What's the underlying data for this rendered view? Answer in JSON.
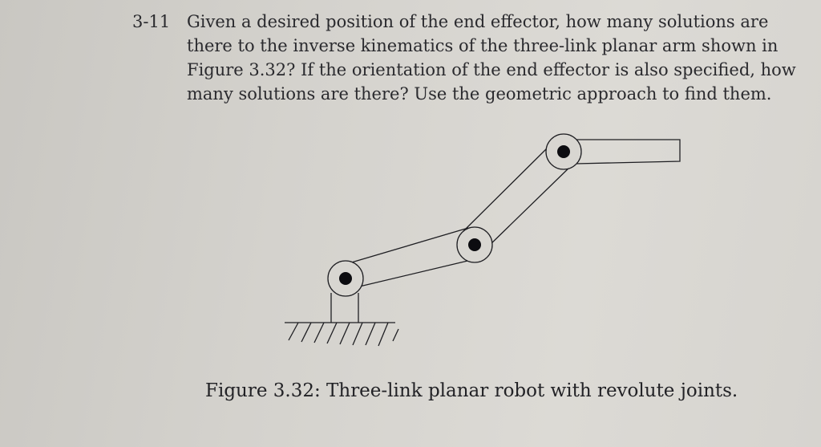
{
  "problem": {
    "number": "3-11",
    "lines": [
      "Given a desired position of the end effector, how many solutions are",
      "there to the inverse kinematics of the three-link planar arm shown in",
      "Figure 3.32? If the orientation of the end effector is also specified, how",
      "many solutions are there? Use the geometric approach to find them."
    ]
  },
  "figure": {
    "caption": "Figure 3.32: Three-link planar robot with revolute joints.",
    "stroke_color": "#1e1e22"
  }
}
